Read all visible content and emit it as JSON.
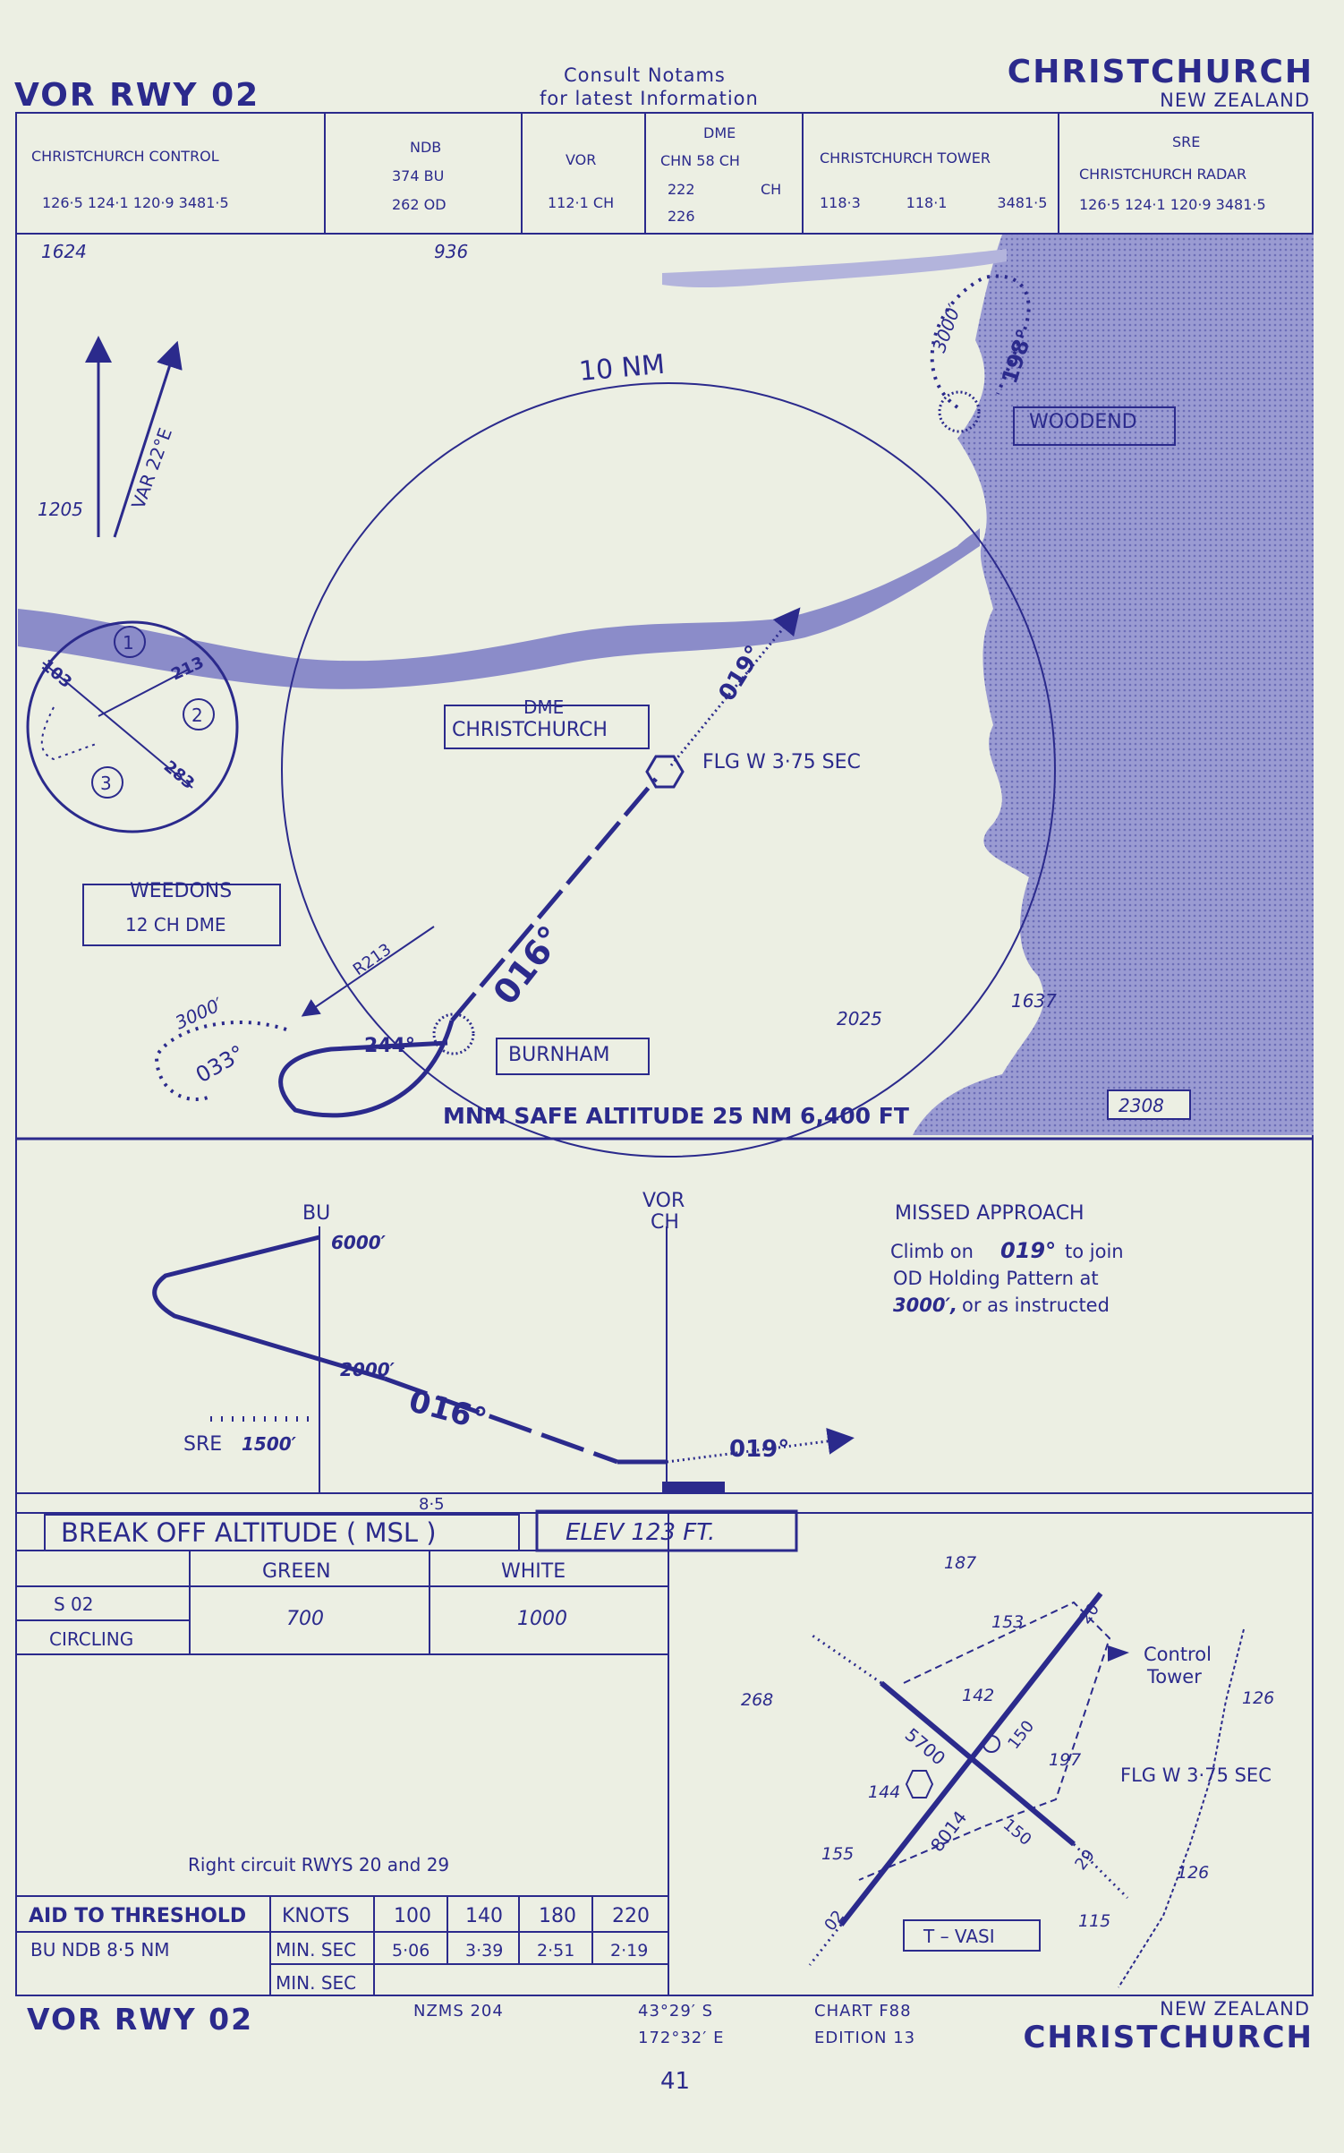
{
  "header": {
    "procedure": "VOR   RWY  02",
    "notams_line1": "Consult  Notams",
    "notams_line2": "for  latest  Information",
    "city": "CHRISTCHURCH",
    "country": "NEW  ZEALAND"
  },
  "freq_boxes": {
    "control_label": "CHRISTCHURCH       CONTROL",
    "control_freqs": "126·5     124·1      120·9      3481·5",
    "ndb_label": "NDB",
    "ndb_1": "374  BU",
    "ndb_2": "262  OD",
    "vor_label": "VOR",
    "vor_freq": "112·1  CH",
    "dme_label": "DME",
    "dme_1": "CHN  58   CH",
    "dme_2": "222",
    "dme_3": "226",
    "dme_ch": "CH",
    "tower_label": "CHRISTCHURCH TOWER",
    "tower_freqs": "118·3          118·1           3481·5",
    "sre_label": "SRE",
    "sre_name": "CHRISTCHURCH RADAR",
    "sre_freqs": "126·5  124·1  120·9  3481·5"
  },
  "plan": {
    "elev_1624": "1624",
    "elev_936": "936",
    "elev_1205": "1205",
    "elev_1637": "1637",
    "elev_2025": "2025",
    "elev_2308": "2308",
    "var": "VAR 22°E",
    "ring": "10  NM",
    "woodend": "WOODEND",
    "woodend_alt": "3000′",
    "woodend_crs": "198°",
    "dme_box_1": "DME",
    "dme_box_2": "CHRISTCHURCH",
    "flg": "FLG  W 3·75  SEC",
    "crs_019": "019°",
    "crs_016": "016°",
    "weedons_1": "WEEDONS",
    "weedons_2": "12 CH DME",
    "r213": "R213",
    "alt_3000": "3000′",
    "crs_033": "033°",
    "crs_244": "244°",
    "burnham": "BURNHAM",
    "msa": "MNM SAFE ALTITUDE 25 NM 6,400 FT",
    "entry_1": "1",
    "entry_2": "2",
    "entry_3": "3",
    "entry_103": "103",
    "entry_213": "213",
    "entry_283": "283"
  },
  "profile": {
    "bu": "BU",
    "bu_alt": "6000′",
    "vor": "VOR",
    "ch": "CH",
    "alt_2000": "2000′",
    "crs_016": "016°",
    "crs_019": "019°",
    "sre": "SRE",
    "sre_alt": "1500′",
    "dist": "8·5",
    "missed_title": "MISSED  APPROACH",
    "missed_1": "Climb  on",
    "missed_crs": "019°",
    "missed_1b": "to  join",
    "missed_2": "OD  Holding  Pattern  at",
    "missed_alt": "3000′,",
    "missed_3": "or  as  instructed"
  },
  "minima": {
    "title": "BREAK  OFF  ALTITUDE  ( MSL )",
    "elev": "ELEV      123    FT.",
    "green": "GREEN",
    "white": "WHITE",
    "s02": "S 02",
    "circling": "CIRCLING",
    "green_val": "700",
    "white_val": "1000",
    "circuit": "Right  circuit  RWYS  20  and  29"
  },
  "timing": {
    "aid": "AID TO THRESHOLD",
    "knots": "KNOTS",
    "speeds": [
      "100",
      "140",
      "180",
      "220"
    ],
    "bu_ndb": "BU   NDB   8·5    NM",
    "minsec": "MIN. SEC",
    "times": [
      "5·06",
      "3·39",
      "2·51",
      "2·19"
    ],
    "minsec2": "MIN. SEC"
  },
  "aerodrome": {
    "e187": "187",
    "e153": "153",
    "e268": "268",
    "e142": "142",
    "e144": "144",
    "e155": "155",
    "e197": "197",
    "e126a": "126",
    "e126b": "126",
    "e115": "115",
    "r5700": "5700",
    "r8014": "8014",
    "r150a": "150",
    "r150b": "150",
    "r29": "29",
    "r20": "20",
    "r02": "02",
    "tower_1": "Control",
    "tower_2": "Tower",
    "flg": "FLG  W 3·75  SEC",
    "tvasi": "T – VASI"
  },
  "footer": {
    "procedure": "VOR   RWY  02",
    "nzms": "NZMS  204",
    "lat": "43°29′ S",
    "lon": "172°32′ E",
    "chart": "CHART  F88",
    "edition": "EDITION  13",
    "country": "NEW  ZEALAND",
    "city": "CHRISTCHURCH",
    "page": "41"
  },
  "colors": {
    "ink": "#2b2a8c",
    "paper": "#ecefe3",
    "sea": "#8b8cc9"
  }
}
